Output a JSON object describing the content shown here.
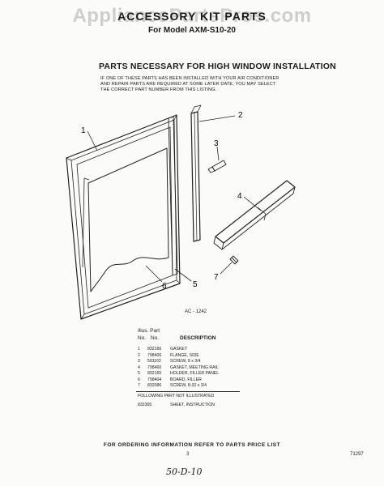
{
  "watermark": "AppliancePartsPros.com",
  "title": "ACCESSORY KIT PARTS",
  "model": "For Model AXM-S10-20",
  "heading": "PARTS NECESSARY FOR HIGH WINDOW INSTALLATION",
  "intro_lines": [
    "IF ONE OF THESE PARTS HAS BEEN INSTALLED WITH YOUR AIR CONDITIONER",
    "AND REPAIR PARTS ARE REQUIRED AT SOME LATER DATE, YOU MAY SELECT",
    "THE CORRECT PART NUMBER FROM THIS LISTING."
  ],
  "callouts": [
    "1",
    "2",
    "3",
    "4",
    "5",
    "6",
    "7"
  ],
  "figure_code": "AC - 1242",
  "table": {
    "illus_header": "Illus.  Part",
    "no_header": "No.",
    "part_header": "No.",
    "desc_header": "DESCRIPTION",
    "rows": [
      {
        "no": "1",
        "part": "832166",
        "desc": "GASKET"
      },
      {
        "no": "2",
        "part": "798406",
        "desc": "FLANGE, SIDE"
      },
      {
        "no": "3",
        "part": "591102",
        "desc": "SCREW, 8 x 3/4"
      },
      {
        "no": "4",
        "part": "798460",
        "desc": "GASKET, MEETING RAIL"
      },
      {
        "no": "5",
        "part": "832165",
        "desc": "HOLDER, FILLER PANEL"
      },
      {
        "no": "6",
        "part": "798404",
        "desc": "BOARD, FILLER"
      },
      {
        "no": "7",
        "part": "832086",
        "desc": "SCREW, 8-32 x 3/4"
      }
    ],
    "following": "FOLLOWING PART NOT ILLUSTRATED",
    "extra": {
      "part": "832305",
      "desc": "SHEET, INSTRUCTION"
    }
  },
  "footer": "FOR ORDERING INFORMATION REFER TO PARTS PRICE LIST",
  "page_number": "3",
  "doc_code": "71297",
  "handwriting": "50-D-10"
}
